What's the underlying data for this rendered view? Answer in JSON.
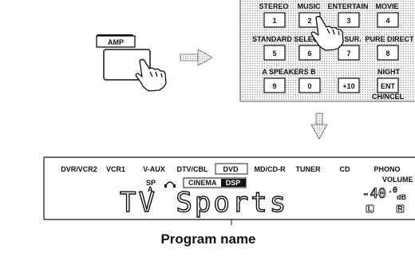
{
  "step1": {
    "button_label": "AMP"
  },
  "remote": {
    "row1_labels": [
      "STEREO",
      "MUSIC",
      "ENTERTAIN",
      "MOVIE"
    ],
    "row1_keys": [
      "1",
      "2",
      "3",
      "4"
    ],
    "row2_labels": [
      "STANDARD",
      "SELECT",
      "SUR.",
      "PURE DIRECT"
    ],
    "row2_keys": [
      "5",
      "6",
      "7",
      "8"
    ],
    "row3_label_left": "A  SPEAKERS  B",
    "row3_label_right": "NIGHT",
    "row3_keys": [
      "9",
      "0",
      "+10",
      "ENT"
    ],
    "ent_sub": "CH/NCEL"
  },
  "display": {
    "sources": [
      "DVR/VCR2",
      "VCR1",
      "V-AUX",
      "DTV/CBL",
      "DVD",
      "MD/CD-R",
      "TUNER",
      "CD",
      "PHONO"
    ],
    "sp_label": "SP",
    "sp_sub": "A",
    "cinema_label": "CINEMA",
    "cinema_dsp": "DSP",
    "main_text": "TV Sports",
    "volume_label": "VOLUME",
    "volume_value": "-40",
    "volume_dot": ".0",
    "volume_unit": "dB",
    "l_indicator": "L",
    "r_indicator": "R"
  },
  "caption": "Program name"
}
